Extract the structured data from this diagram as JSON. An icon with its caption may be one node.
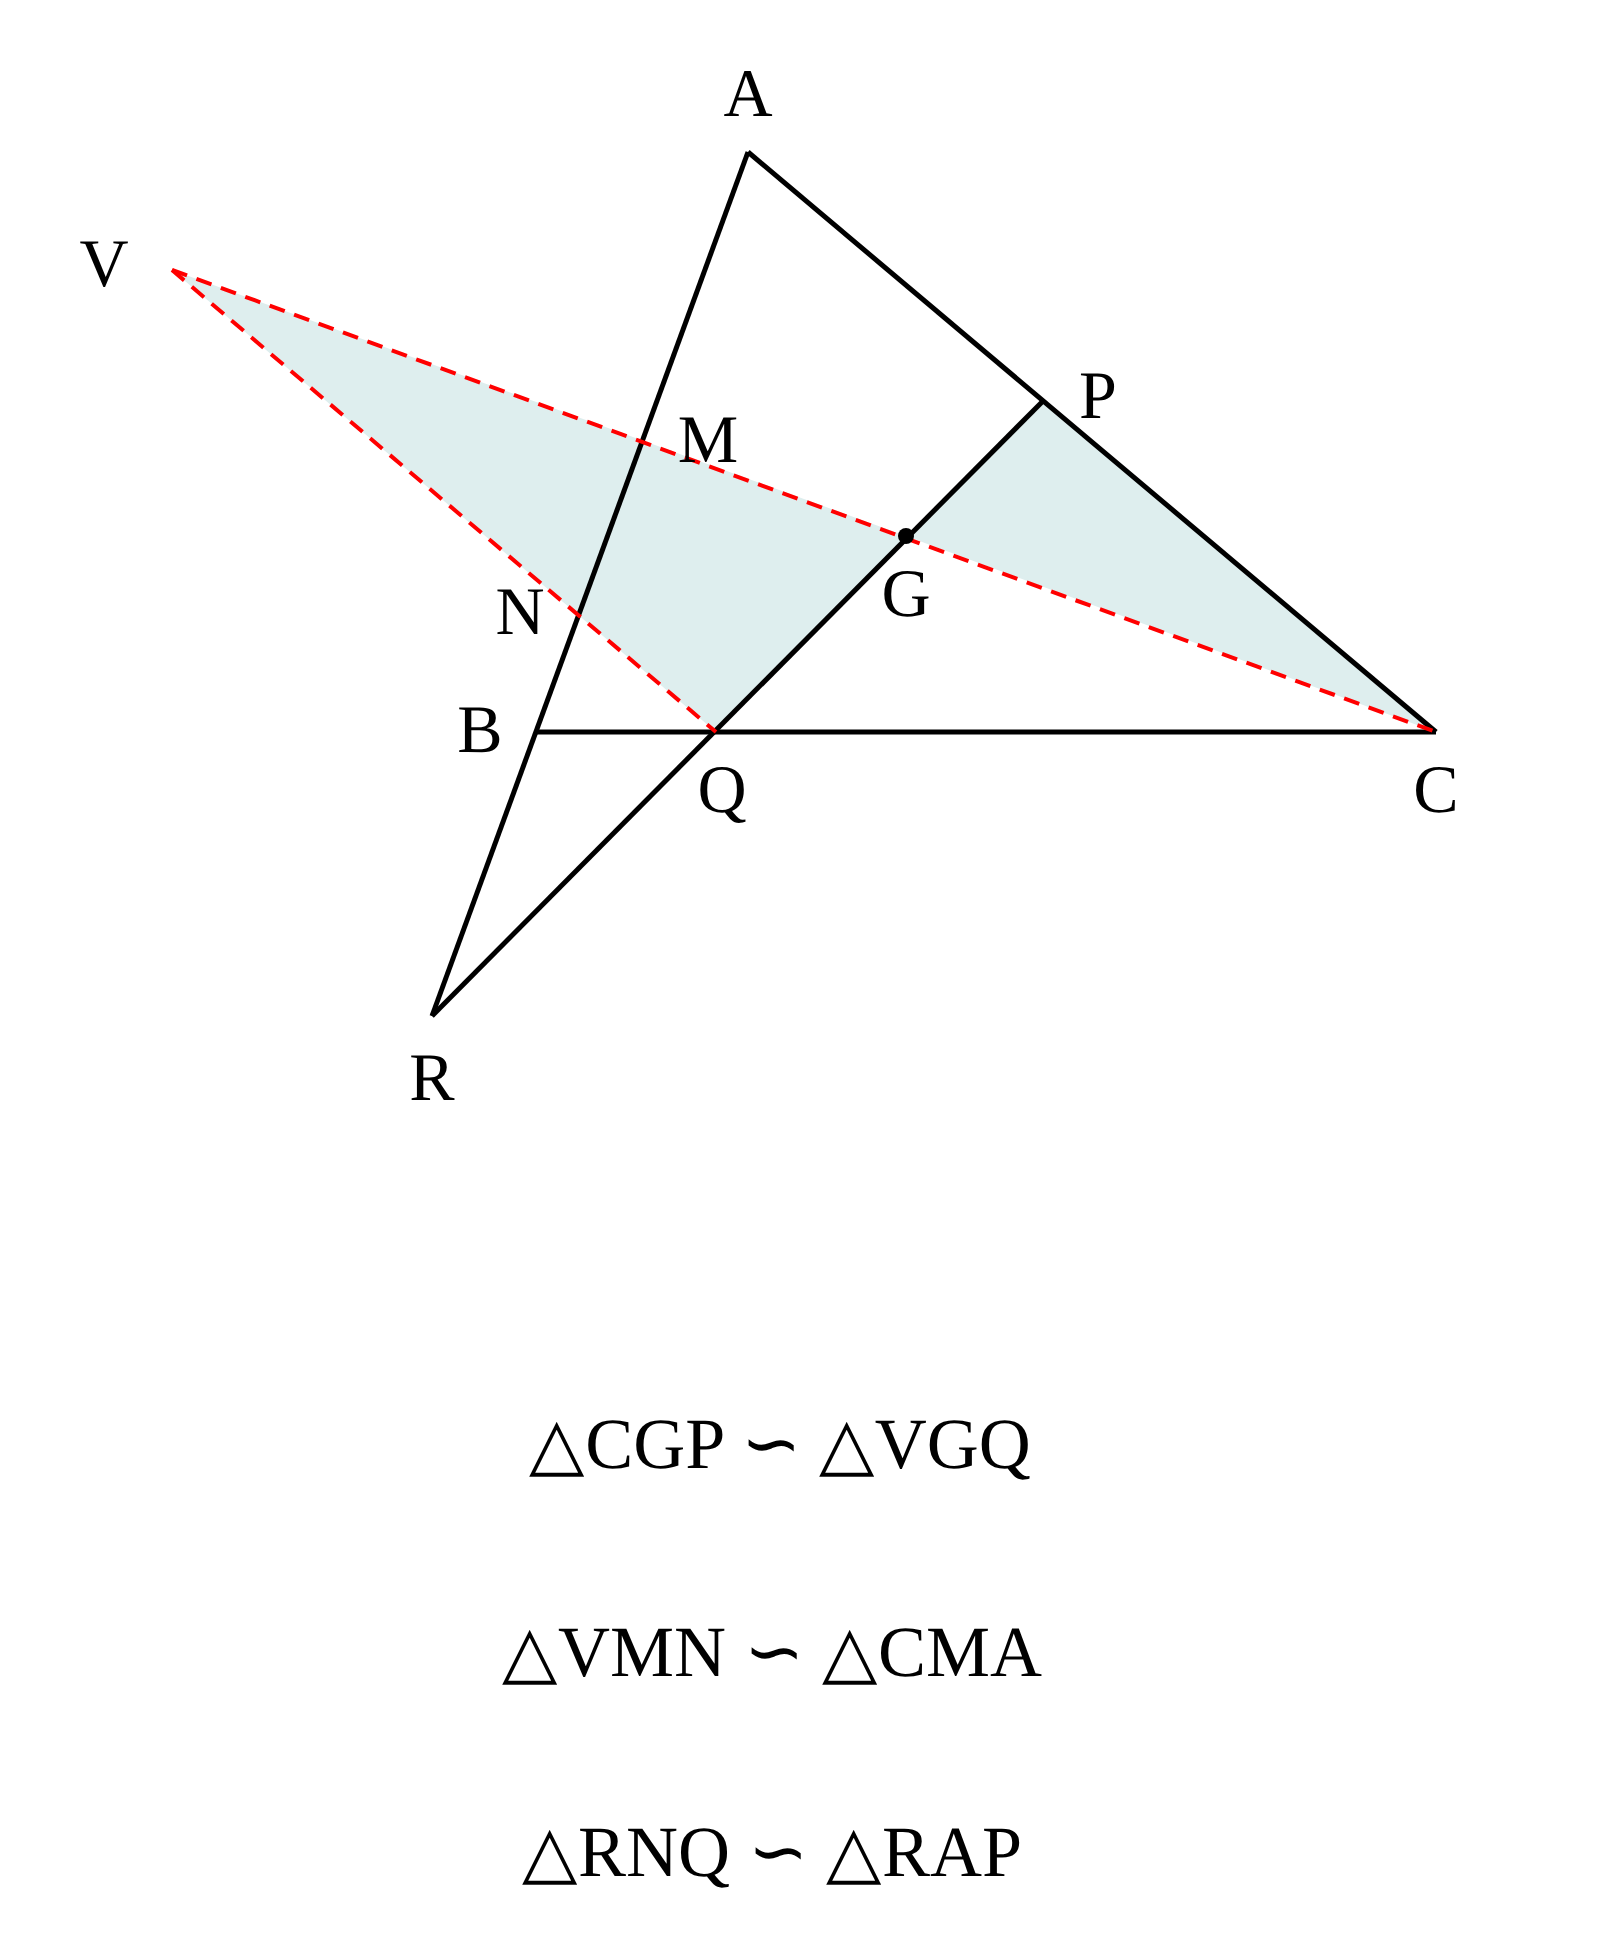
{
  "diagram": {
    "labels": [
      "A",
      "V",
      "P",
      "M",
      "N",
      "G",
      "B",
      "Q",
      "C",
      "R",
      "△CGP ∽ △VGQ",
      "△VMN ∽ △CMA",
      "△RNQ ∽ △RAP"
    ]
  }
}
